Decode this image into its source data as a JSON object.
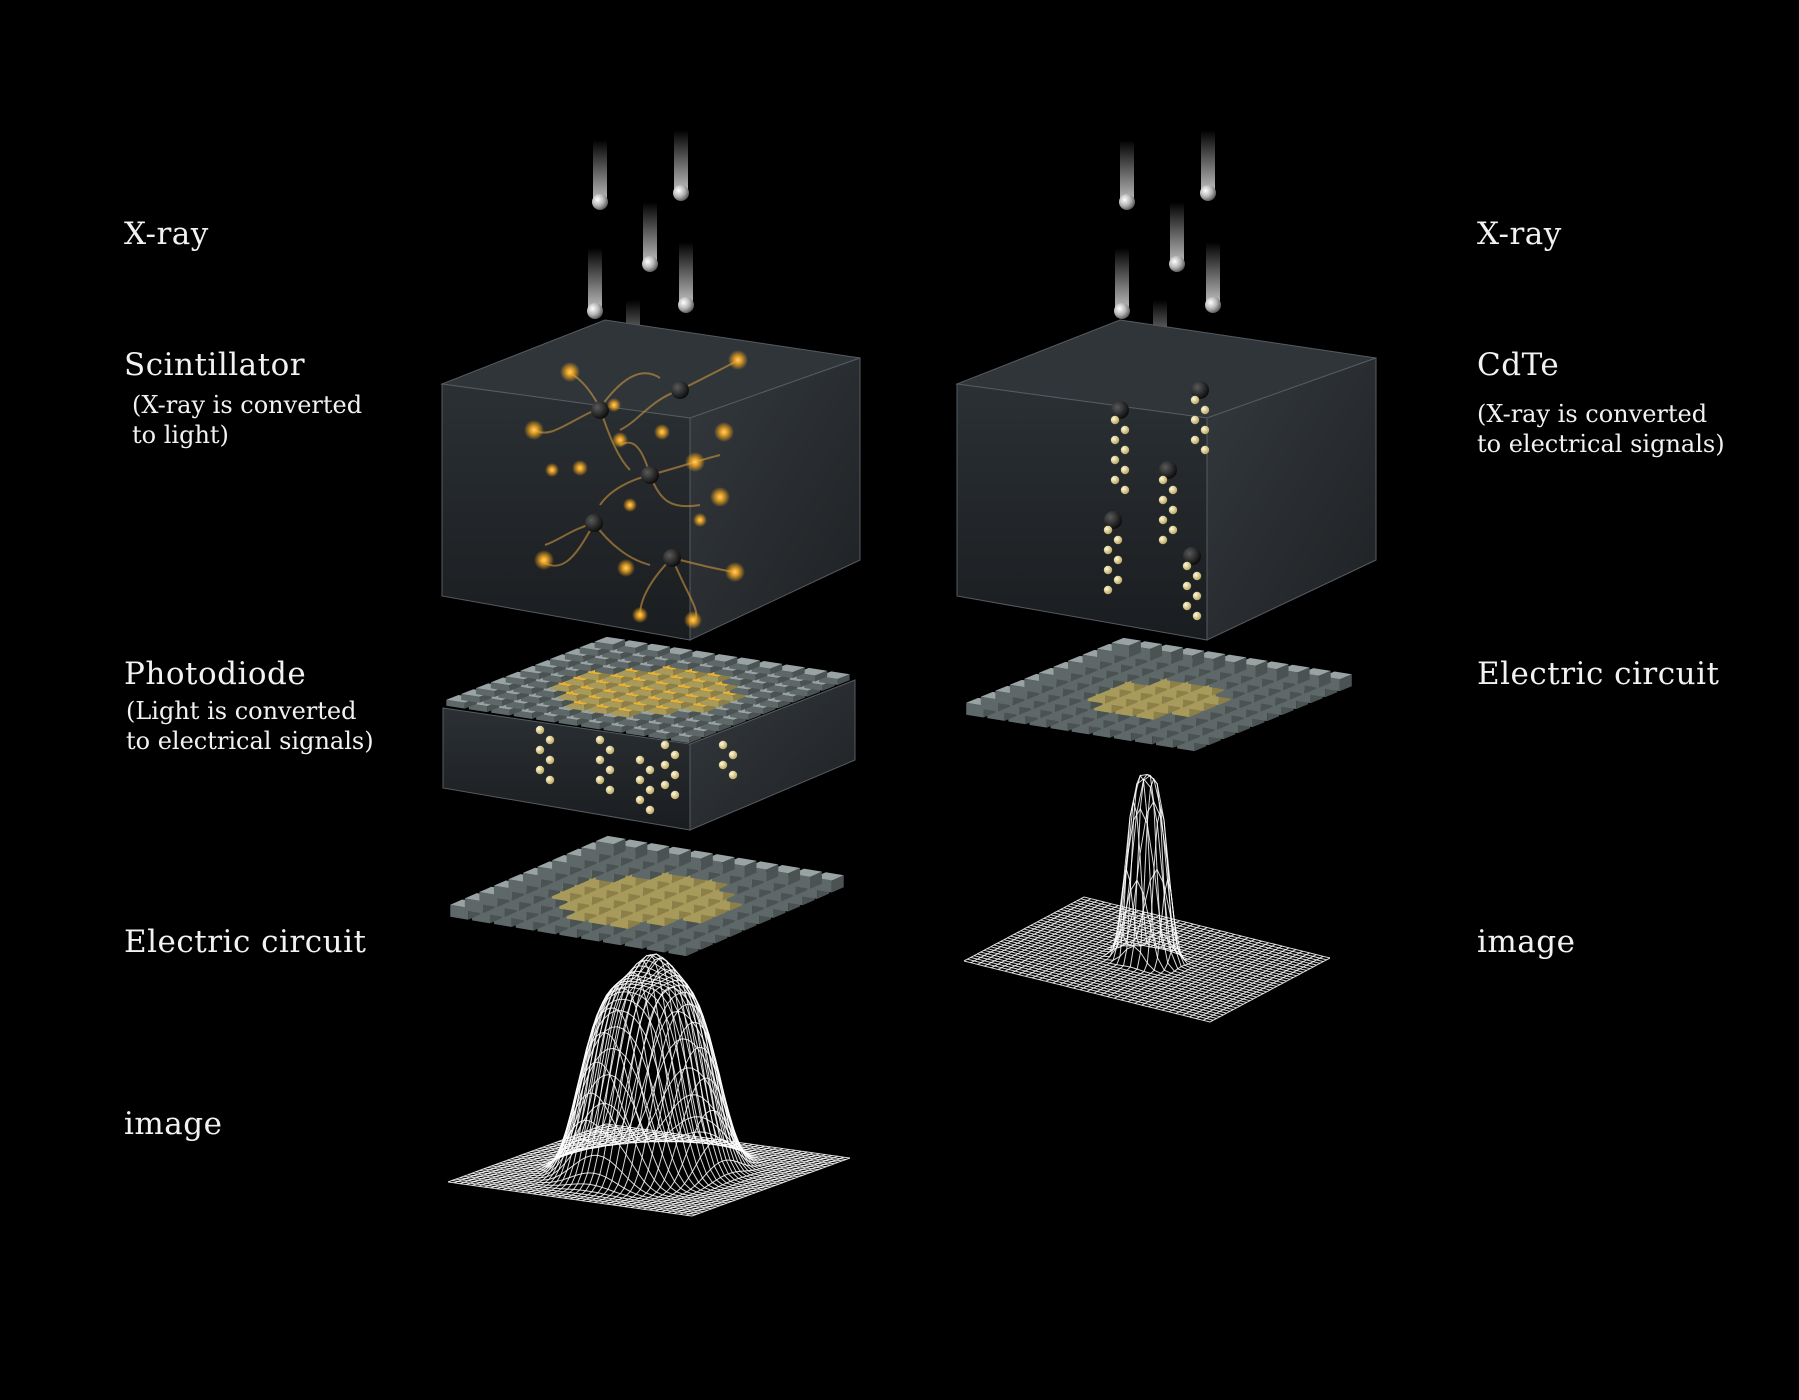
{
  "left": {
    "xray": "X-ray",
    "scintillator": "Scintillator",
    "scintillator_note": "(X-ray is converted\nto light)",
    "photodiode": "Photodiode",
    "photodiode_note": "(Light is converted\nto electrical signals)",
    "circuit": "Electric circuit",
    "image": "image"
  },
  "right": {
    "xray": "X-ray",
    "cdte": "CdTe",
    "cdte_note": "(X-ray is converted\nto electrical signals)",
    "circuit": "Electric circuit",
    "image": "image"
  },
  "colors": {
    "background": "#000000",
    "text": "#f2f2f2",
    "light_particle": "#f4b030",
    "pixel_lit": "#f0e6a8",
    "pixel_gold": "#e7b23a",
    "pixel_grey": "#9aa3a3",
    "wireframe": "#ffffff"
  }
}
